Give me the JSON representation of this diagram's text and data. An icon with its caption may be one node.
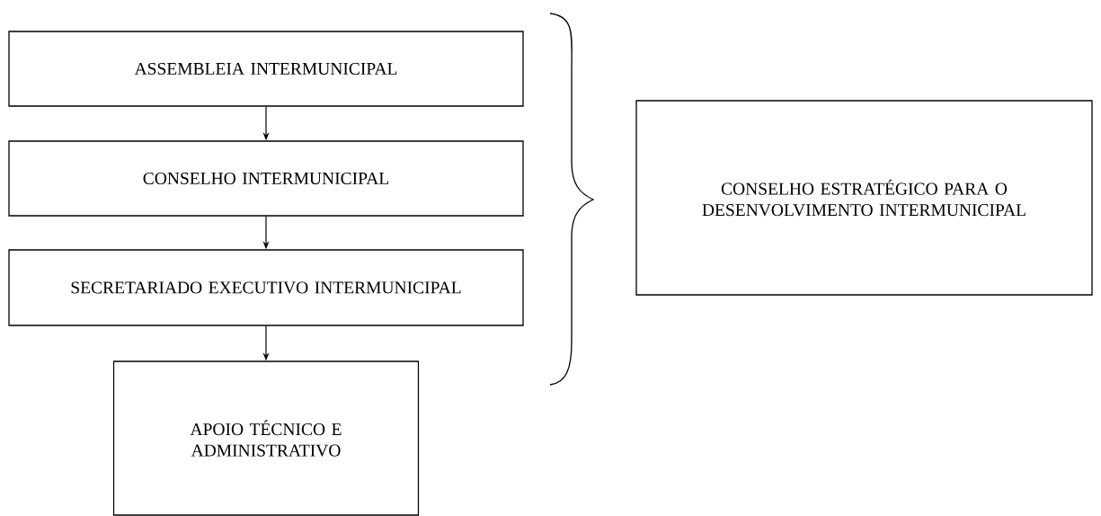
{
  "diagram": {
    "nodes": [
      {
        "text": [
          "ASSEMBLEIA INTERMUNICIPAL"
        ]
      },
      {
        "text": [
          "CONSELHO INTERMUNICIPAL"
        ]
      },
      {
        "text": [
          "SECRETARIADO EXECUTIVO INTERMUNICIPAL"
        ]
      },
      {
        "text": [
          "APOIO TÉCNICO E ADMINISTRATIVO"
        ]
      },
      {
        "text": [
          "CONSELHO ESTRATÉGICO PARA O DESENVOLVIMENTO INTERMUNICIPAL"
        ]
      }
    ],
    "edges": [
      {
        "from": 0,
        "to": 1,
        "arrow": "to"
      },
      {
        "from": 1,
        "to": 2,
        "arrow": "to"
      },
      {
        "from": 2,
        "to": 3,
        "arrow": "to"
      }
    ]
  }
}
